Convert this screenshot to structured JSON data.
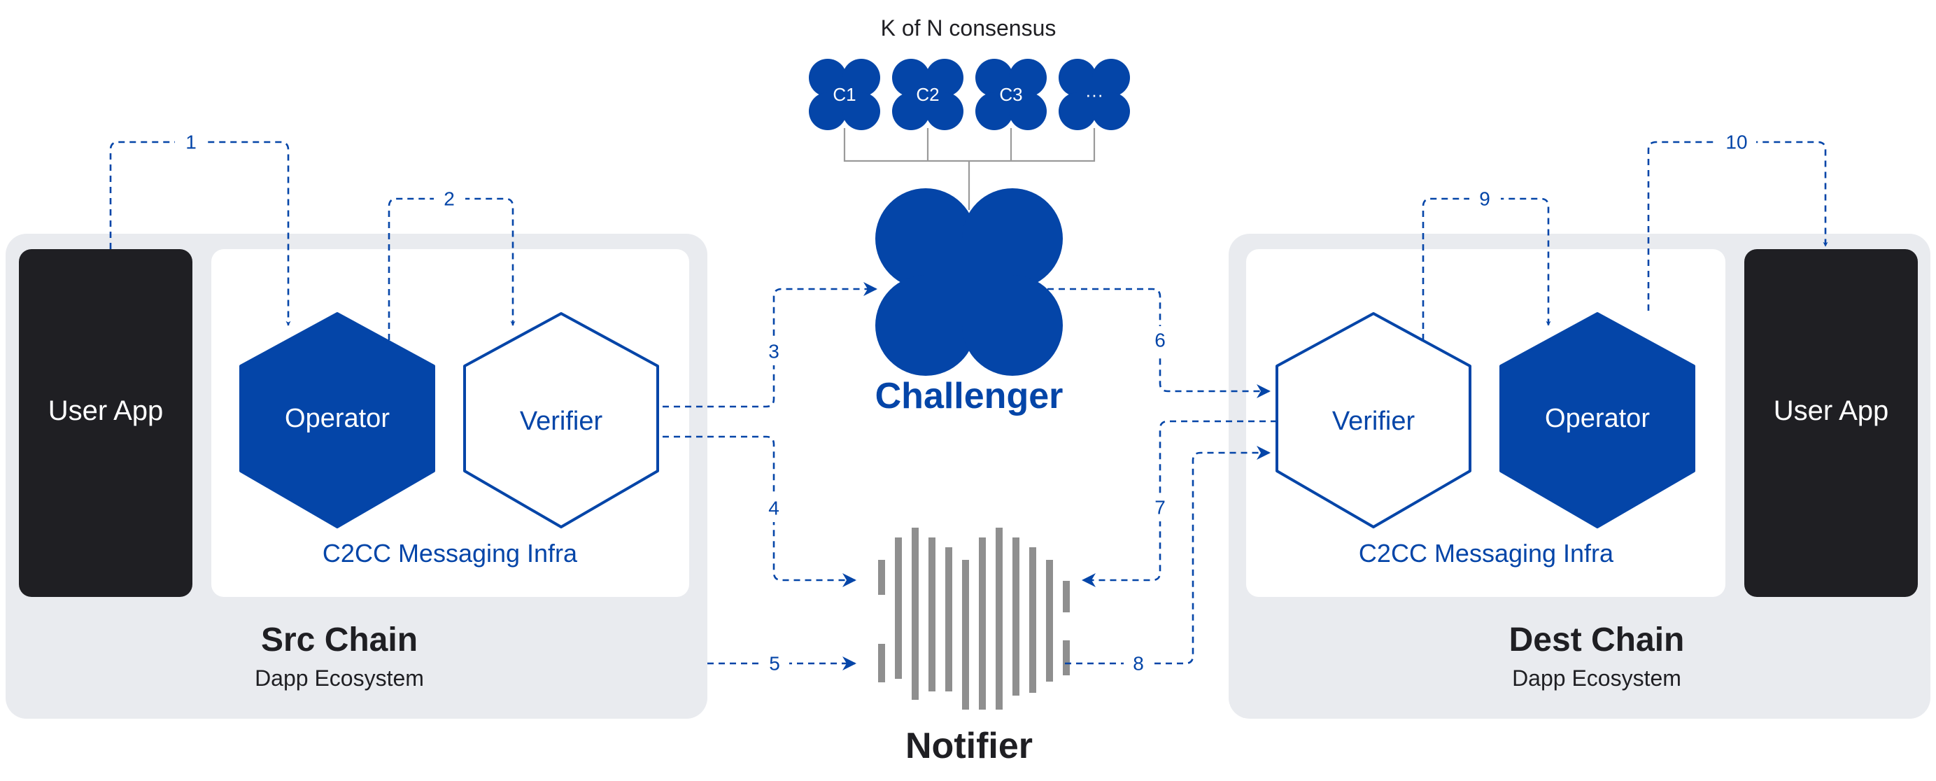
{
  "consensus": {
    "title": "K of N consensus",
    "nodes": [
      "C1",
      "C2",
      "C3",
      "···"
    ]
  },
  "challenger": {
    "label": "Challenger"
  },
  "notifier": {
    "label": "Notifier"
  },
  "src": {
    "user_app": "User App",
    "operator": "Operator",
    "verifier": "Verifier",
    "infra": "C2CC Messaging Infra",
    "chain": "Src Chain",
    "ecosystem": "Dapp Ecosystem"
  },
  "dest": {
    "user_app": "User App",
    "operator": "Operator",
    "verifier": "Verifier",
    "infra": "C2CC Messaging Infra",
    "chain": "Dest Chain",
    "ecosystem": "Dapp Ecosystem"
  },
  "steps": [
    "1",
    "2",
    "3",
    "4",
    "5",
    "6",
    "7",
    "8",
    "9",
    "10"
  ],
  "colors": {
    "blue": "#0445a8",
    "dark": "#1f1f23",
    "panel": "#e9ebef",
    "connector": "#9a9a9a"
  }
}
